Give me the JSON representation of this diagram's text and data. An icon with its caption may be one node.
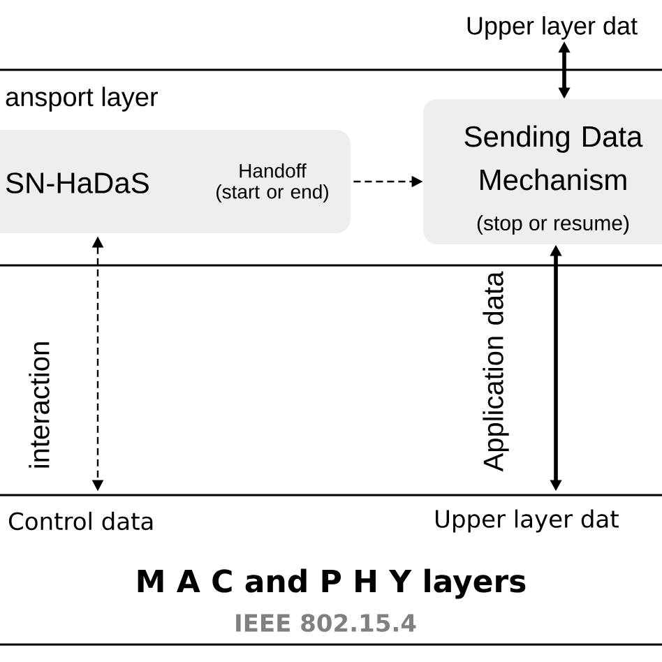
{
  "diagram": {
    "nodes": [
      {
        "text": [
          "ansport layer"
        ]
      },
      {
        "text": [
          "SN-HaDaS",
          "Handoff (start or end)"
        ],
        "in": 0
      },
      {
        "text": [
          "Sending Data Mechanism",
          "(stop or resume)"
        ],
        "in": 0
      },
      {
        "text": [
          "Upper layer dat"
        ]
      },
      {
        "text": [
          "M A C and P H Y layers",
          "IEEE 802.15.4"
        ]
      }
    ],
    "edges": [
      {
        "from": 3,
        "to": 2,
        "arrow": "both",
        "style": "thick"
      },
      {
        "from": 1,
        "to": 2,
        "arrow": "to",
        "style": "dashed"
      },
      {
        "from": 1,
        "to": 4,
        "arrow": "both",
        "style": "dashed"
      },
      {
        "from": 2,
        "to": 4,
        "arrow": "both",
        "style": "thick"
      }
    ],
    "labels": [
      "interaction",
      "Application data",
      "Control data",
      "Upper layer dat"
    ]
  }
}
